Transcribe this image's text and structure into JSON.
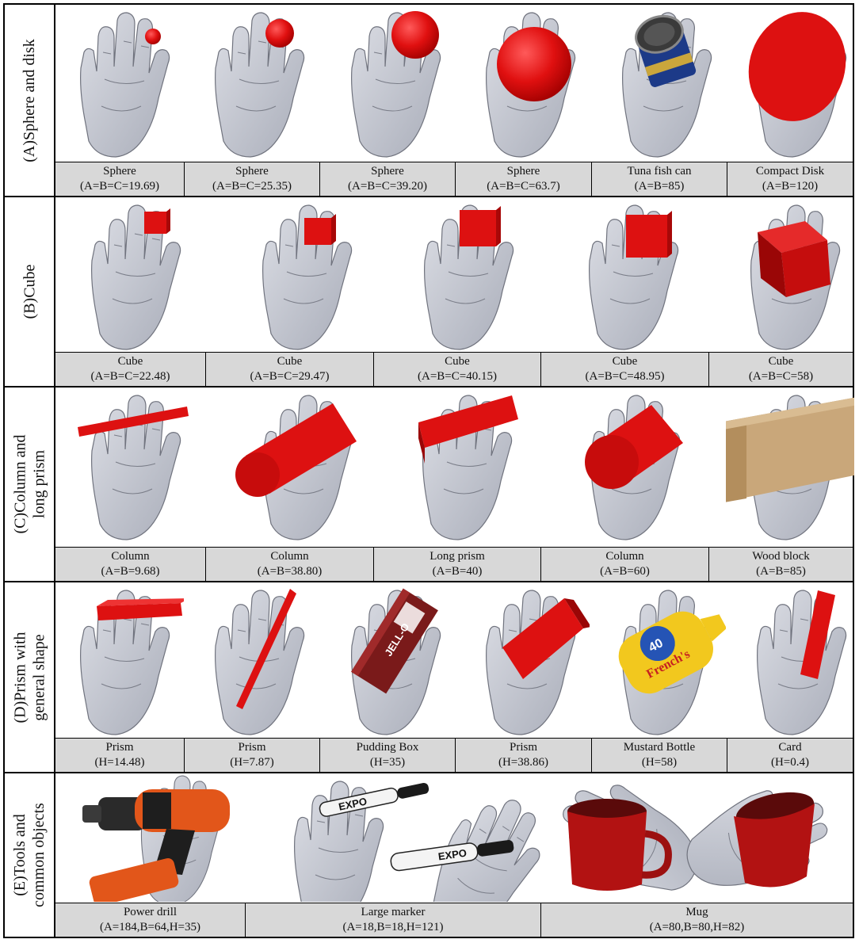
{
  "rows": [
    {
      "label_lines": [
        "(A)Sphere and disk"
      ],
      "items": [
        {
          "name": "Sphere",
          "dims": "(A=B=C=19.69)"
        },
        {
          "name": "Sphere",
          "dims": "(A=B=C=25.35)"
        },
        {
          "name": "Sphere",
          "dims": "(A=B=C=39.20)"
        },
        {
          "name": "Sphere",
          "dims": "(A=B=C=63.7)"
        },
        {
          "name": "Tuna fish can",
          "dims": "(A=B=85)"
        },
        {
          "name": "Compact Disk",
          "dims": "(A=B=120)"
        }
      ]
    },
    {
      "label_lines": [
        "(B)Cube"
      ],
      "items": [
        {
          "name": "Cube",
          "dims": "(A=B=C=22.48)"
        },
        {
          "name": "Cube",
          "dims": "(A=B=C=29.47)"
        },
        {
          "name": "Cube",
          "dims": "(A=B=C=40.15)"
        },
        {
          "name": "Cube",
          "dims": "(A=B=C=48.95)"
        },
        {
          "name": "Cube",
          "dims": "(A=B=C=58)"
        }
      ]
    },
    {
      "label_lines": [
        "(C)Column and",
        "long prism"
      ],
      "items": [
        {
          "name": "Column",
          "dims": "(A=B=9.68)"
        },
        {
          "name": "Column",
          "dims": "(A=B=38.80)"
        },
        {
          "name": "Long prism",
          "dims": "(A=B=40)"
        },
        {
          "name": "Column",
          "dims": "(A=B=60)"
        },
        {
          "name": "Wood block",
          "dims": "(A=B=85)"
        }
      ]
    },
    {
      "label_lines": [
        "(D)Prism with",
        "general shape"
      ],
      "items": [
        {
          "name": "Prism",
          "dims": "(H=14.48)"
        },
        {
          "name": "Prism",
          "dims": "(H=7.87)"
        },
        {
          "name": "Pudding Box",
          "dims": "(H=35)"
        },
        {
          "name": "Prism",
          "dims": "(H=38.86)"
        },
        {
          "name": "Mustard Bottle",
          "dims": "(H=58)"
        },
        {
          "name": "Card",
          "dims": "(H=0.4)"
        }
      ]
    },
    {
      "label_lines": [
        "(E)Tools and",
        "common objects"
      ],
      "items": [
        {
          "name": "Power drill",
          "dims": "(A=184,B=64,H=35)"
        },
        {
          "name": "Large marker",
          "dims": "(A=18,B=18,H=121)"
        },
        {
          "name": "Mug",
          "dims": "(A=80,B=80,H=82)"
        }
      ]
    }
  ],
  "product_text": {
    "marker_brand": "EXPO",
    "pudding_brand": "JELL-O",
    "mustard_brand": "French's",
    "mustard_badge": "40"
  },
  "colors": {
    "object_red": "#dd1111",
    "hand_grey": "#c6c9d2",
    "caption_bg": "#d8d8d8"
  }
}
